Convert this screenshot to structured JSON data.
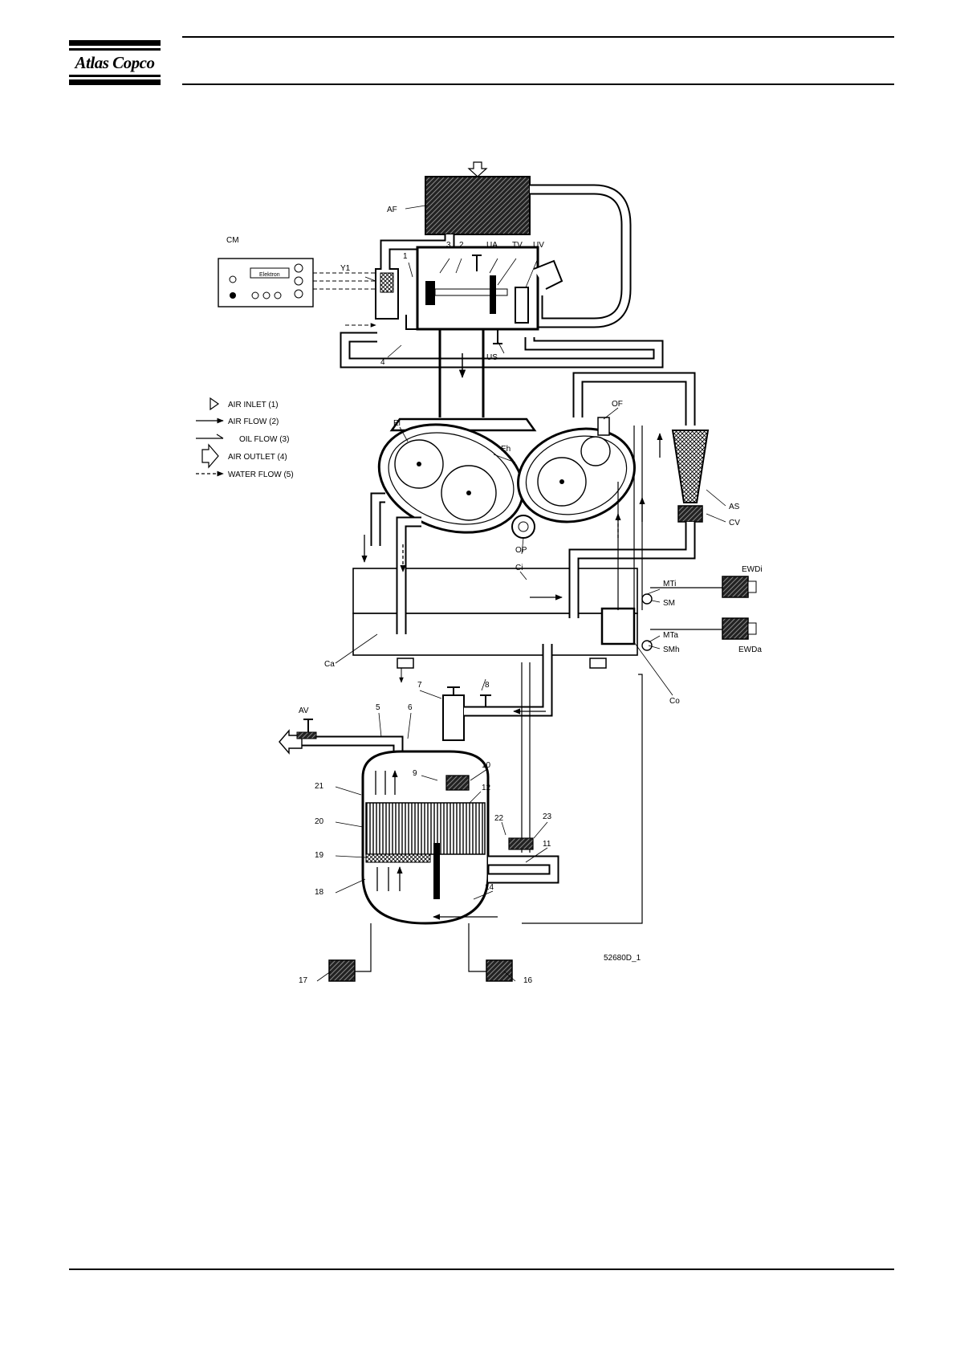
{
  "brand": {
    "name": "Atlas Copco"
  },
  "diagram": {
    "figure_id": "52680D_1",
    "controller": {
      "label": "CM",
      "screen_text": "Elektron"
    },
    "legend": [
      {
        "symbol": "open-arrow",
        "text": "AIR INLET (1)"
      },
      {
        "symbol": "solid-arrow",
        "text": "AIR FLOW (2)"
      },
      {
        "symbol": "half-arrow",
        "text": "OIL FLOW (3)"
      },
      {
        "symbol": "open-arrow-large",
        "text": "AIR OUTLET (4)"
      },
      {
        "symbol": "dashed-arrow",
        "text": "WATER FLOW (5)"
      }
    ],
    "labels": {
      "AF": "AF",
      "Y1": "Y1",
      "n1": "1",
      "n3": "3",
      "n2": "2",
      "UA": "UA",
      "TV": "TV",
      "UV": "UV",
      "n4": "4",
      "US": "US",
      "OF": "OF",
      "El": "El",
      "Eh": "Eh",
      "AS": "AS",
      "CV": "CV",
      "OP": "OP",
      "Ci": "Ci",
      "MTi": "MTi",
      "EWDi": "EWDi",
      "SM": "SM",
      "MTa": "MTa",
      "SMh": "SMh",
      "EWDa": "EWDa",
      "Ca": "Ca",
      "Co": "Co",
      "AV": "AV",
      "n5": "5",
      "n6": "6",
      "n7": "7",
      "n8": "8",
      "n9": "9",
      "n10": "10",
      "n12": "12",
      "n21": "21",
      "n20": "20",
      "n19": "19",
      "n18": "18",
      "n22": "22",
      "n23": "23",
      "n11": "11",
      "n14": "14",
      "n17": "17",
      "n16": "16"
    }
  }
}
